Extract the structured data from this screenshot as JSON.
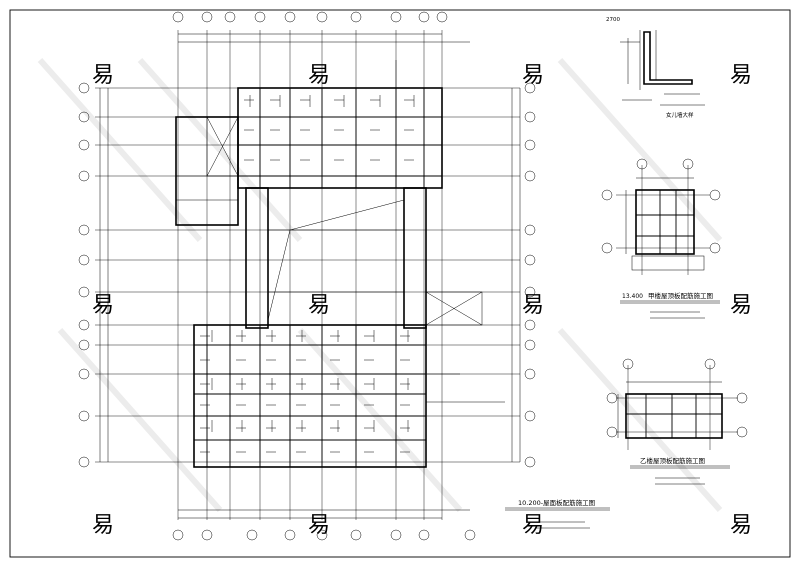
{
  "drawing": {
    "main_plan_title": "10.200-屋面板配筋施工图",
    "jia_plan_title": "甲楼屋顶板配筋施工图",
    "jia_plan_elev": "13.400",
    "yi_plan_title": "乙楼屋顶板配筋施工图",
    "detail_callout": "女儿墙大样"
  },
  "watermark": {
    "glyph": "易"
  },
  "colors": {
    "ink": "#000000",
    "paper": "#ffffff",
    "watermark": "#d9d9d9"
  }
}
